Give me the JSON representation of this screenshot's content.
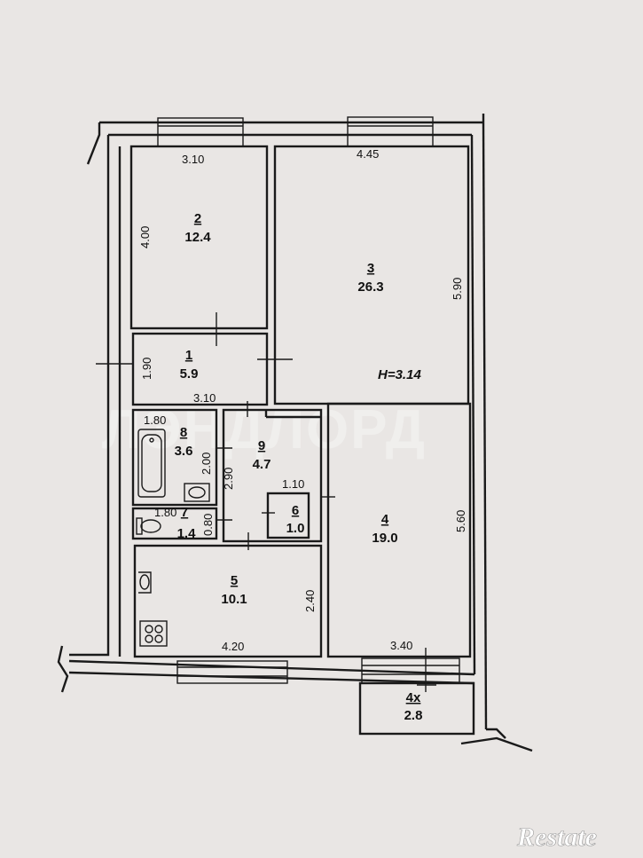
{
  "rooms": [
    {
      "id": "r2",
      "number": "2",
      "area": "12.4"
    },
    {
      "id": "r3",
      "number": "3",
      "area": "26.3"
    },
    {
      "id": "r1",
      "number": "1",
      "area": "5.9"
    },
    {
      "id": "r8",
      "number": "8",
      "area": "3.6"
    },
    {
      "id": "r9",
      "number": "9",
      "area": "4.7"
    },
    {
      "id": "r7",
      "number": "7",
      "area": "1.4"
    },
    {
      "id": "r6",
      "number": "6",
      "area": "1.0"
    },
    {
      "id": "r4",
      "number": "4",
      "area": "19.0"
    },
    {
      "id": "r5",
      "number": "5",
      "area": "10.1"
    },
    {
      "id": "r4x",
      "number": "4x",
      "area": "2.8"
    }
  ],
  "dimensions": {
    "r2_top": "3.10",
    "r2_side": "4.00",
    "r3_top": "4.45",
    "r3_side": "5.90",
    "r1_side": "1.90",
    "r1_bottom": "3.10",
    "r8_top": "1.80",
    "r8_side": "2.00",
    "r9_side": "2.90",
    "r6_top": "1.10",
    "r7_top": "1.80",
    "r7_side": "0.80",
    "r4_side": "5.60",
    "r4_bottom": "3.40",
    "r5_side": "2.40",
    "r5_bottom": "4.20"
  },
  "ceiling_height": "H=3.14",
  "watermark": "ЛЭНДЛОРД",
  "logo": "Restate"
}
